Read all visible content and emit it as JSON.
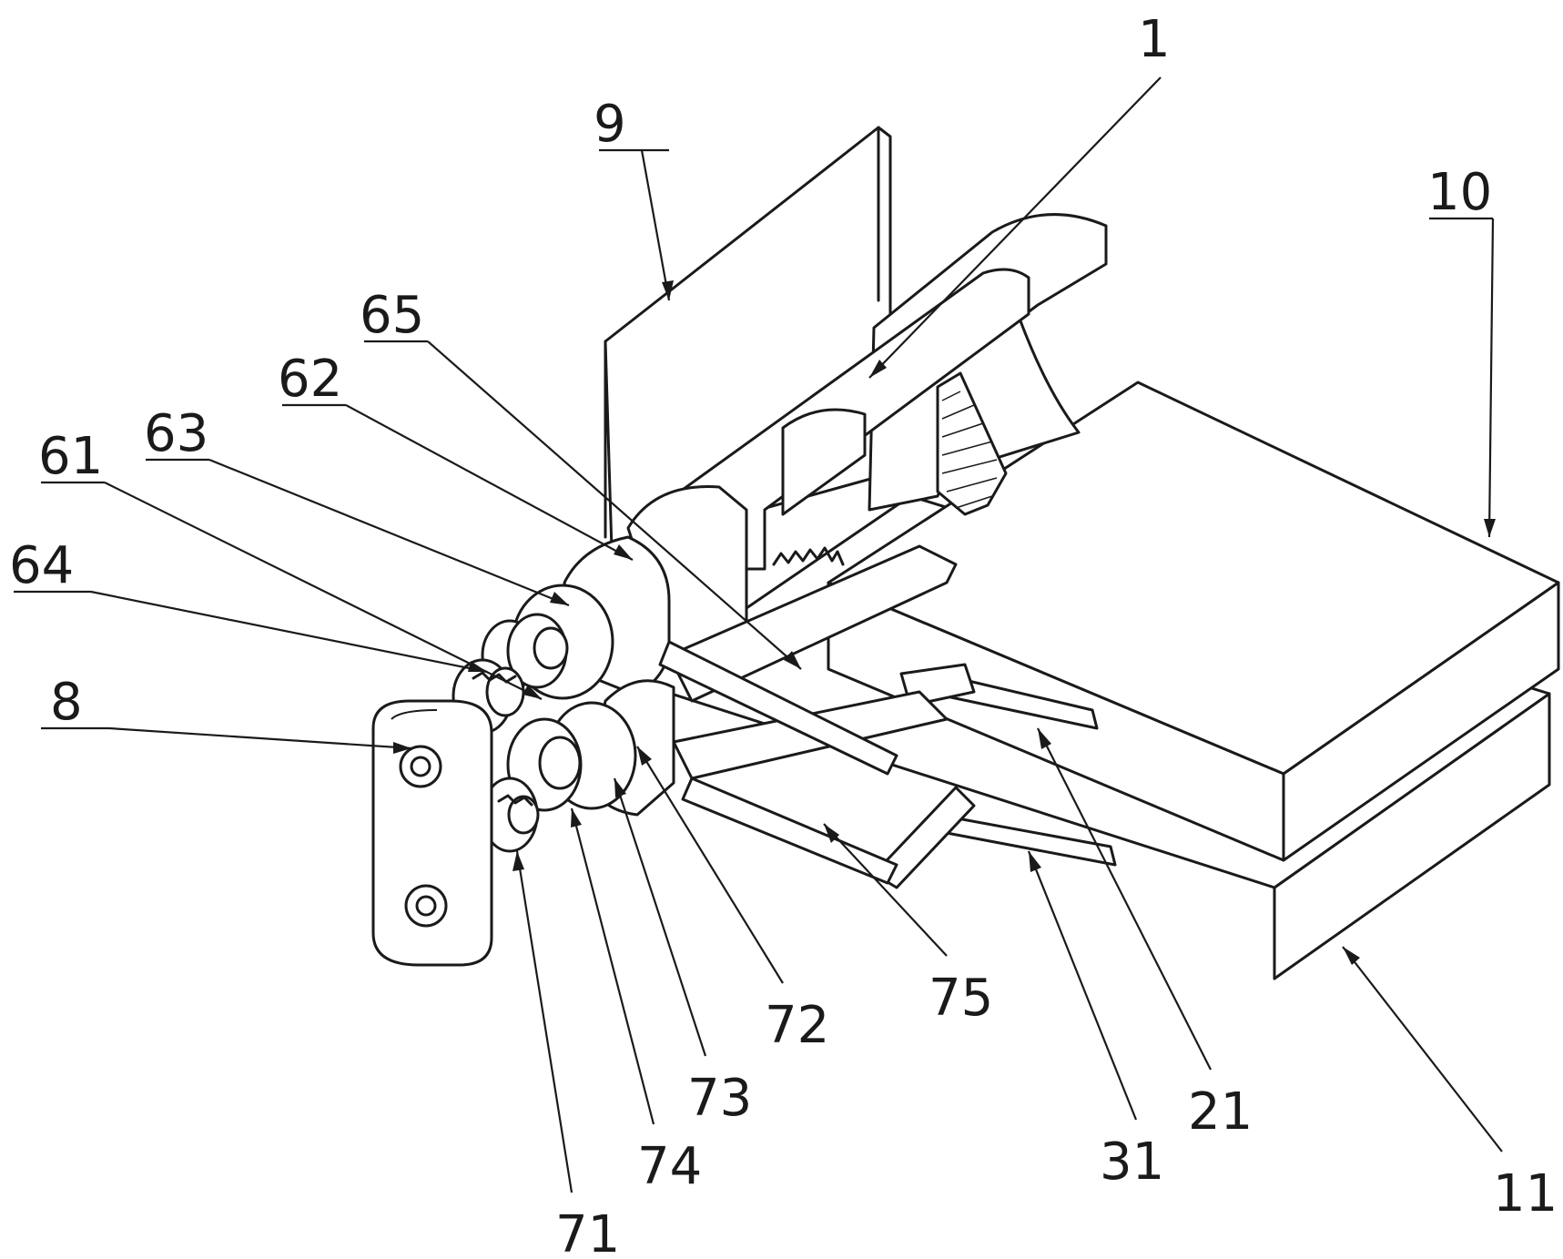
{
  "labels": {
    "l1": "1",
    "l9": "9",
    "l10": "10",
    "l11": "11",
    "l21": "21",
    "l31": "31",
    "l61": "61",
    "l62": "62",
    "l63": "63",
    "l64": "64",
    "l65": "65",
    "l71": "71",
    "l72": "72",
    "l73": "73",
    "l74": "74",
    "l75": "75",
    "l8": "8"
  },
  "colors": {
    "ink": "#1a1a1a",
    "paper": "#ffffff"
  }
}
